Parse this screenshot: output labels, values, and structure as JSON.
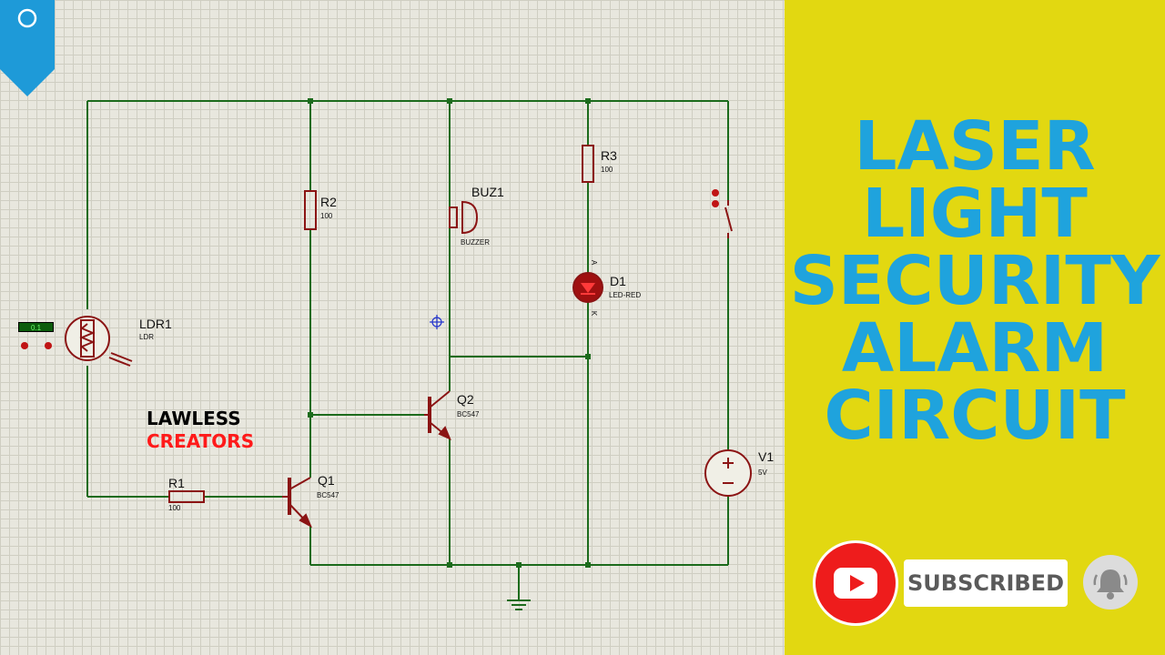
{
  "title": {
    "lines": [
      "LASER",
      "LIGHT",
      "SECURITY",
      "ALARM",
      "CIRCUIT"
    ],
    "color": "#1fa3dd",
    "background": "#e2d811"
  },
  "branding": {
    "line1": "LAWLESS",
    "line2": "CREATORS"
  },
  "subscribe": {
    "label": "SUBSCRIBED",
    "play_icon": "youtube-play-icon",
    "bell_icon": "bell-icon"
  },
  "components": {
    "ldr1": {
      "ref": "LDR1",
      "value": "LDR",
      "probe": "0.1"
    },
    "r1": {
      "ref": "R1",
      "value": "100"
    },
    "r2": {
      "ref": "R2",
      "value": "100"
    },
    "r3": {
      "ref": "R3",
      "value": "100"
    },
    "q1": {
      "ref": "Q1",
      "value": "BC547"
    },
    "q2": {
      "ref": "Q2",
      "value": "BC547"
    },
    "buz1": {
      "ref": "BUZ1",
      "value": "BUZZER"
    },
    "d1": {
      "ref": "D1",
      "value": "LED-RED",
      "pin_a": "A",
      "pin_k": "K"
    },
    "v1": {
      "ref": "V1",
      "value": "5V"
    }
  },
  "colors": {
    "wire": "#1c6b1c",
    "component": "#8b1414",
    "grid_bg": "#e8e7de"
  }
}
